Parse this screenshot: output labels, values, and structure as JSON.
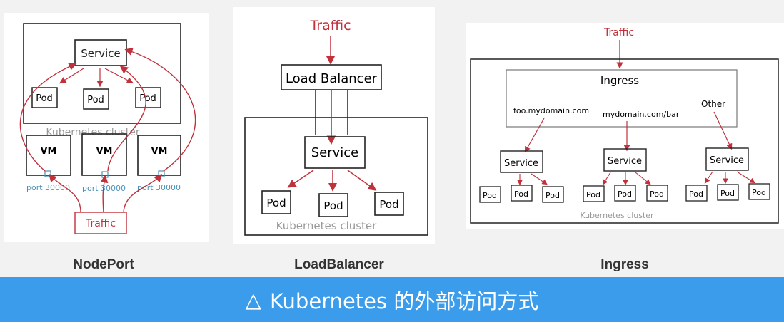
{
  "panels": [
    {
      "label": "NodePort",
      "diagram": {
        "service": "Service",
        "pod": "Pod",
        "cluster": "Kubernetes cluster",
        "vm": "VM",
        "port": "port 30000",
        "traffic": "Traffic"
      }
    },
    {
      "label": "LoadBalancer",
      "diagram": {
        "traffic": "Traffic",
        "load_balancer": "Load Balancer",
        "service": "Service",
        "pod": "Pod",
        "cluster": "Kubernetes cluster"
      }
    },
    {
      "label": "Ingress",
      "diagram": {
        "traffic": "Traffic",
        "ingress": "Ingress",
        "rules": [
          "foo.mydomain.com",
          "mydomain.com/bar",
          "Other"
        ],
        "service": "Service",
        "pod": "Pod",
        "cluster": "Kubernetes cluster"
      }
    }
  ],
  "caption": {
    "icon": "triangle-outline-icon",
    "text": "Kubernetes 的外部访问方式"
  },
  "colors": {
    "arrow_red": "#c0313c",
    "port_blue": "#4a90b8",
    "caption_bg": "#3a9ceb",
    "cluster_gray": "#8a8a8a"
  }
}
